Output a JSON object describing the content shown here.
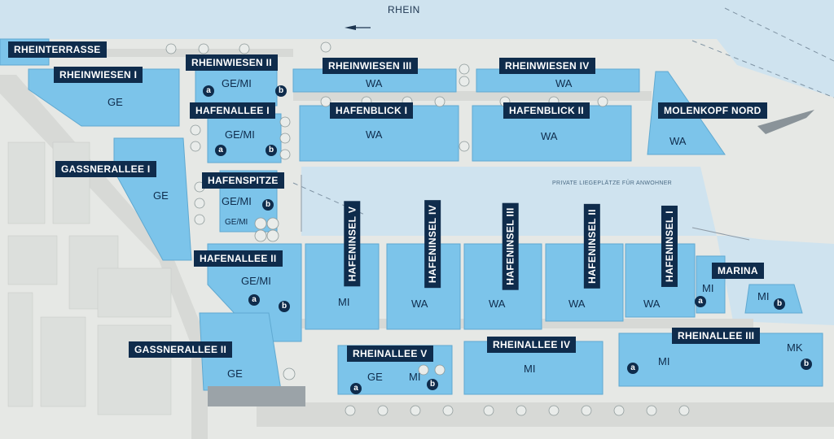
{
  "river_label": "RHEIN",
  "private_note": "PRIVATE LIEGEPLÄTZE FÜR ANWOHNER",
  "colors": {
    "water": "#cfe3ef",
    "land": "#e6e8e5",
    "block": "#7cc4ea",
    "block_light": "#a8d8f2",
    "label_bg": "#0f2c4c",
    "road": "#d7d9d6"
  },
  "labels": {
    "rheinterrasse": "RHEINTERRASSE",
    "rheinwiesen_i": "RHEINWIESEN I",
    "rheinwiesen_ii": "RHEINWIESEN II",
    "rheinwiesen_iii": "RHEINWIESEN III",
    "rheinwiesen_iv": "RHEINWIESEN IV",
    "hafenallee_i": "HAFENALLEE I",
    "hafenblick_i": "HAFENBLICK I",
    "hafenblick_ii": "HAFENBLICK II",
    "molenkopf_nord": "MOLENKOPF NORD",
    "gassnerallee_i": "GASSNERALLEE I",
    "hafenspitze": "HAFENSPITZE",
    "hafenallee_ii": "HAFENALLEE II",
    "hafeninsel_v": "HAFENINSEL V",
    "hafeninsel_iv": "HAFENINSEL IV",
    "hafeninsel_iii": "HAFENINSEL III",
    "hafeninsel_ii": "HAFENINSEL II",
    "hafeninsel_i": "HAFENINSEL I",
    "marina": "MARINA",
    "gassnerallee_ii": "GASSNERALLEE II",
    "rheinallee_v": "RHEINALLEE V",
    "rheinallee_iv": "RHEINALLEE IV",
    "rheinallee_iii": "RHEINALLEE III"
  },
  "zones": {
    "rw1": "GE",
    "rw2": "GE/MI",
    "rw3": "WA",
    "rw4": "WA",
    "ha1": "GE/MI",
    "hb1": "WA",
    "hb2": "WA",
    "mk": "WA",
    "ga1": "GE",
    "hs": "GE/MI",
    "hs2": "GE/MI",
    "ha2": "GE/MI",
    "hi5": "MI",
    "hi4": "WA",
    "hi3": "WA",
    "hi2": "WA",
    "hi1": "WA",
    "marina_a": "MI",
    "marina_b": "MI",
    "ga2": "GE",
    "ra5_ge": "GE",
    "ra5_mi": "MI",
    "ra4": "MI",
    "ra3_mi": "MI",
    "ra3_mk": "MK"
  },
  "badges": {
    "a": "a",
    "b": "b"
  }
}
